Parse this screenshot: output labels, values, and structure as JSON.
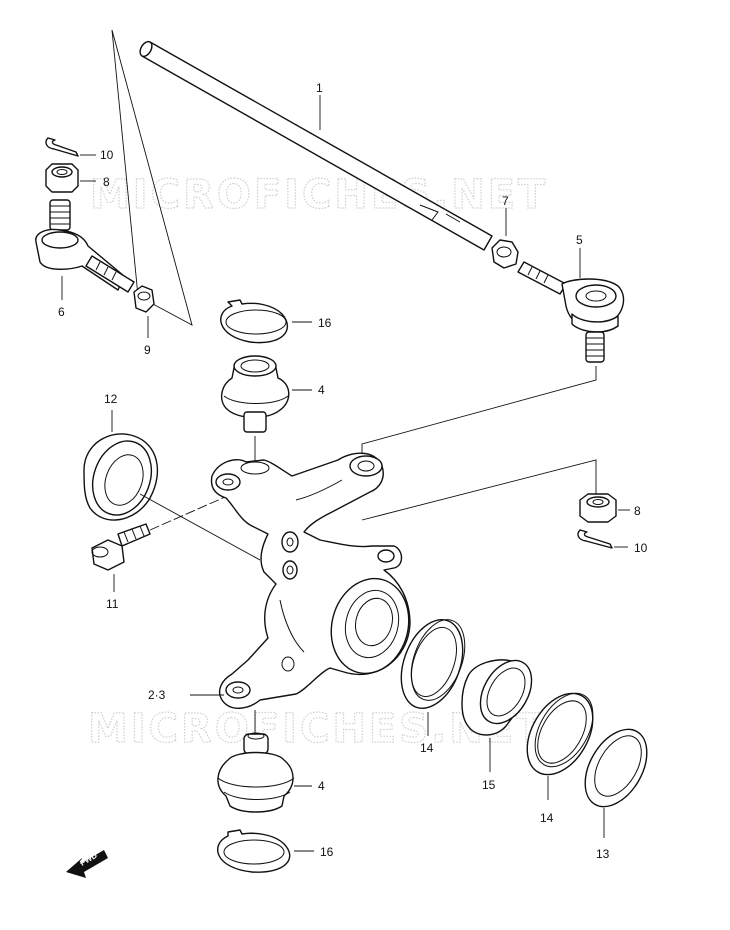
{
  "watermark": "MICROFICHES.NET",
  "fwd_badge": "FWD",
  "callouts": {
    "tie_rod": "1",
    "knuckle": "2·3",
    "outer_end_right": "5",
    "outer_end_left": "6",
    "lock_nut_right": "7",
    "castle_nut_left": "8",
    "castle_nut_right": "8",
    "nut_left": "9",
    "cotter_pin_left": "10",
    "cotter_pin_right": "10",
    "bolt": "11",
    "oil_seal_left": "12",
    "dust_seal": "13",
    "bearing_outer": "14",
    "bearing_inner": "14",
    "spacer": "15",
    "ball_joint_upper": "4",
    "ball_joint_lower": "4",
    "snap_ring_upper": "16",
    "snap_ring_lower": "16"
  }
}
